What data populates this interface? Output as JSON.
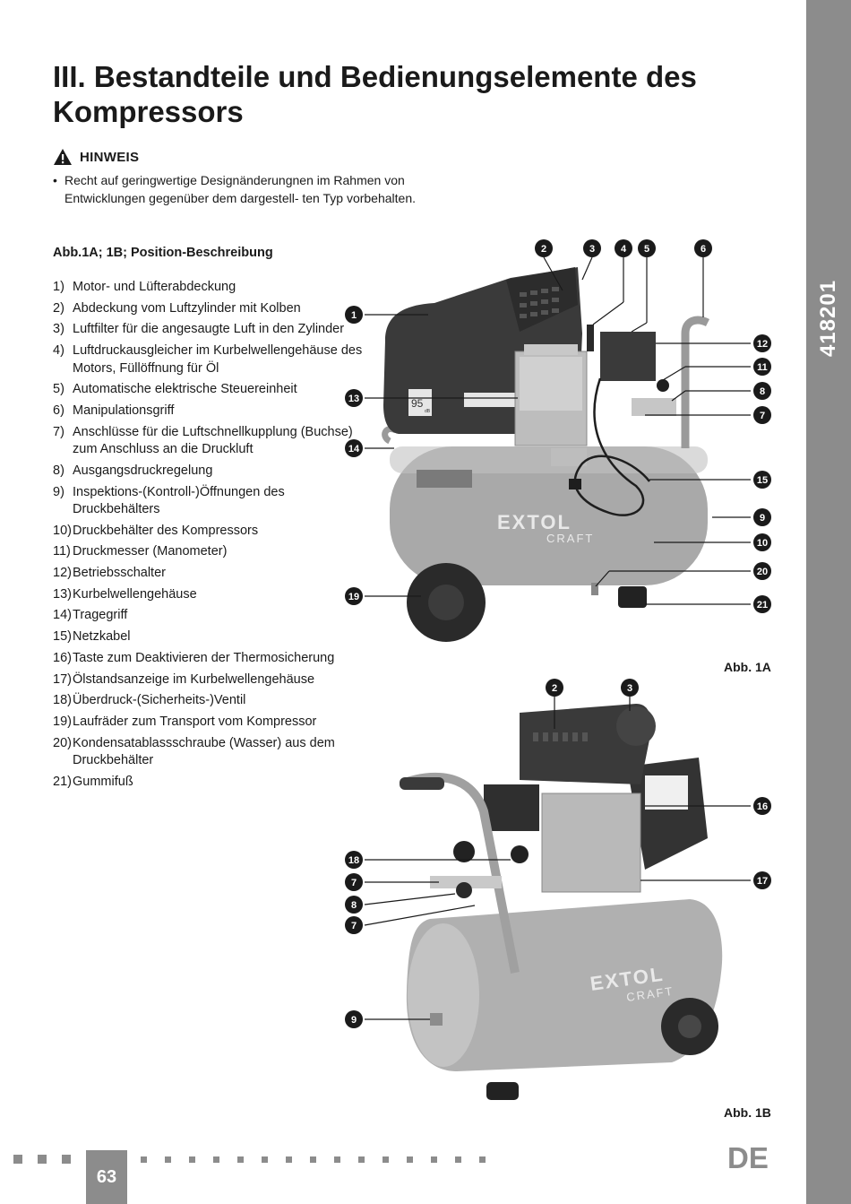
{
  "side_code": "418201",
  "title": "III. Bestandteile und Bedienungselemente des Kompressors",
  "hinweis": {
    "icon": "warning-triangle-icon",
    "title": "HINWEIS",
    "bullet": "•",
    "text": "Recht auf geringwertige Designänderungnen im Rahmen von Entwicklungen gegenüber dem dargestell- ten Typ vorbehalten."
  },
  "list_heading": "Abb.1A; 1B; Position-Beschreibung",
  "parts": [
    {
      "num": "1)",
      "text": "Motor- und Lüfterabdeckung"
    },
    {
      "num": "2)",
      "text": "Abdeckung vom Luftzylinder mit Kolben"
    },
    {
      "num": "3)",
      "text": "Luftfilter für die angesaugte Luft in den Zylinder"
    },
    {
      "num": "4)",
      "text": "Luftdruckausgleicher im Kurbelwellengehäuse des Motors, Füllöffnung für Öl"
    },
    {
      "num": "5)",
      "text": "Automatische elektrische Steuereinheit"
    },
    {
      "num": "6)",
      "text": "Manipulationsgriff"
    },
    {
      "num": "7)",
      "text": "Anschlüsse für die Luftschnellkupplung (Buchse) zum Anschluss an die Druckluft"
    },
    {
      "num": "8)",
      "text": "Ausgangsdruckregelung"
    },
    {
      "num": "9)",
      "text": "Inspektions-(Kontroll-)Öffnungen des Druckbehälters"
    },
    {
      "num": "10)",
      "text": "Druckbehälter des Kompressors"
    },
    {
      "num": "11)",
      "text": "Druckmesser (Manometer)"
    },
    {
      "num": "12)",
      "text": "Betriebsschalter"
    },
    {
      "num": "13)",
      "text": "Kurbelwellengehäuse"
    },
    {
      "num": "14)",
      "text": "Tragegriff"
    },
    {
      "num": "15)",
      "text": "Netzkabel"
    },
    {
      "num": "16)",
      "text": "Taste zum Deaktivieren der Thermosicherung"
    },
    {
      "num": "17)",
      "text": "Ölstandsanzeige im Kurbelwellengehäuse"
    },
    {
      "num": "18)",
      "text": "Überdruck-(Sicherheits-)Ventil"
    },
    {
      "num": "19)",
      "text": "Laufräder zum Transport vom Kompressor"
    },
    {
      "num": "20)",
      "text": "Kondensatablassschraube (Wasser) aus dem Druckbehälter"
    },
    {
      "num": "21)",
      "text": "Gummifuß"
    }
  ],
  "figure_1a": {
    "caption": "Abb. 1A",
    "brand": "EXTOL",
    "sub_brand": "CRAFT",
    "noise_label": "95",
    "noise_unit": "dB",
    "callouts": [
      "1",
      "2",
      "3",
      "4",
      "5",
      "6",
      "7",
      "8",
      "10",
      "11",
      "12",
      "13",
      "14",
      "15",
      "9",
      "19",
      "20",
      "21"
    ]
  },
  "figure_1b": {
    "caption": "Abb. 1B",
    "brand": "EXTOL",
    "sub_brand": "CRAFT",
    "callouts": [
      "2",
      "3",
      "16",
      "17",
      "18",
      "7",
      "8",
      "7",
      "9"
    ]
  },
  "footer": {
    "page_number": "63",
    "language": "DE"
  },
  "colors": {
    "side_strip": "#8c8c8c",
    "text": "#1a1a1a",
    "tank": "#a9a9a9",
    "shroud": "#3a3a3a"
  }
}
